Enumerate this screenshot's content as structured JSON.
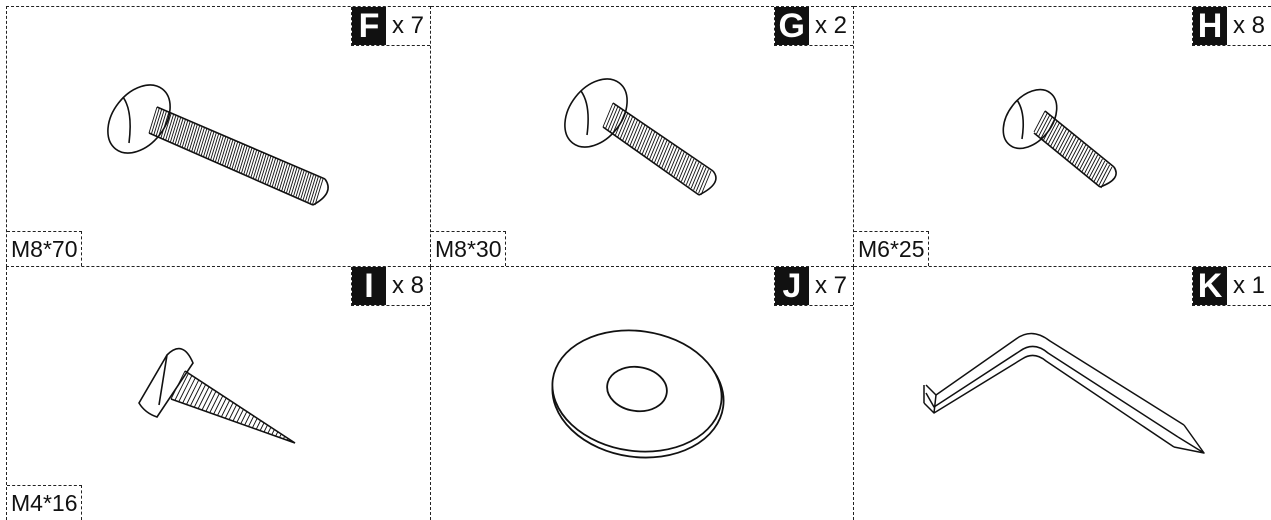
{
  "parts": [
    {
      "letter": "F",
      "quantity": "x 7",
      "spec": "M8*70",
      "icon": "carriage-bolt-long-icon"
    },
    {
      "letter": "G",
      "quantity": "x 2",
      "spec": "M8*30",
      "icon": "carriage-bolt-medium-icon"
    },
    {
      "letter": "H",
      "quantity": "x 8",
      "spec": "M6*25",
      "icon": "carriage-bolt-short-icon"
    },
    {
      "letter": "I",
      "quantity": "x 8",
      "spec": "M4*16",
      "icon": "wood-screw-icon"
    },
    {
      "letter": "J",
      "quantity": "x 7",
      "icon": "washer-icon"
    },
    {
      "letter": "K",
      "quantity": "x 1",
      "icon": "hex-key-icon"
    }
  ]
}
